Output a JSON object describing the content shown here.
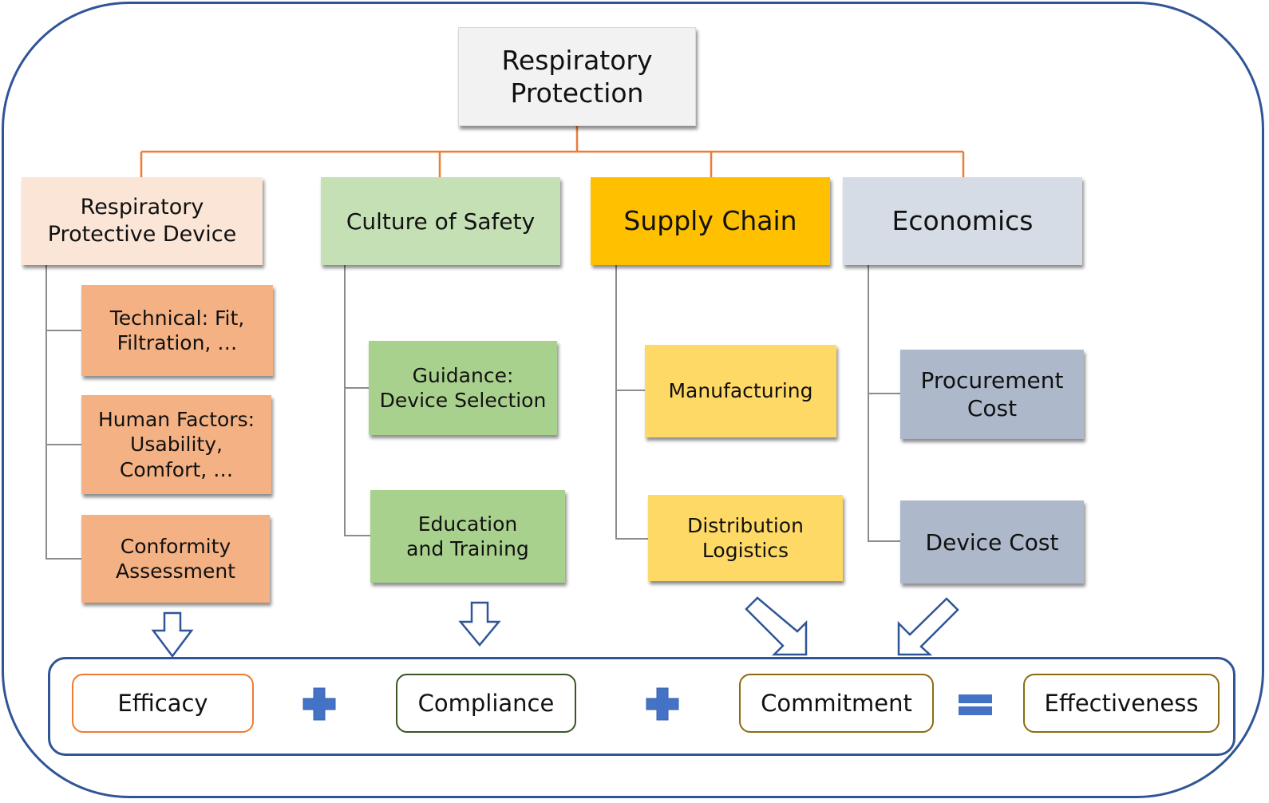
{
  "title": "Respiratory Protection",
  "colors": {
    "frame": "#2f5597",
    "connector_top": "#ed7d31",
    "connector_tree": "#7f7f7f",
    "operator": "#4472c4",
    "efficacy_border": "#ed7d31",
    "compliance_border": "#375623",
    "commitment_border": "#8c6b10",
    "effectiveness_border": "#8c6b10"
  },
  "categories": [
    {
      "label": "Respiratory Protective Device",
      "children": [
        "Technical: Fit, Filtration, …",
        "Human Factors: Usability, Comfort, …",
        "Conformity Assessment"
      ]
    },
    {
      "label": "Culture of Safety",
      "children": [
        "Guidance: Device Selection",
        "Education and Training"
      ]
    },
    {
      "label": "Supply Chain",
      "children": [
        "Manufacturing",
        "Distribution Logistics"
      ]
    },
    {
      "label": "Economics",
      "children": [
        "Procurement Cost",
        "Device Cost"
      ]
    }
  ],
  "equation": {
    "terms": [
      "Efficacy",
      "Compliance",
      "Commitment",
      "Effectiveness"
    ],
    "operators": [
      "plus-icon",
      "plus-icon",
      "equals-icon"
    ]
  }
}
